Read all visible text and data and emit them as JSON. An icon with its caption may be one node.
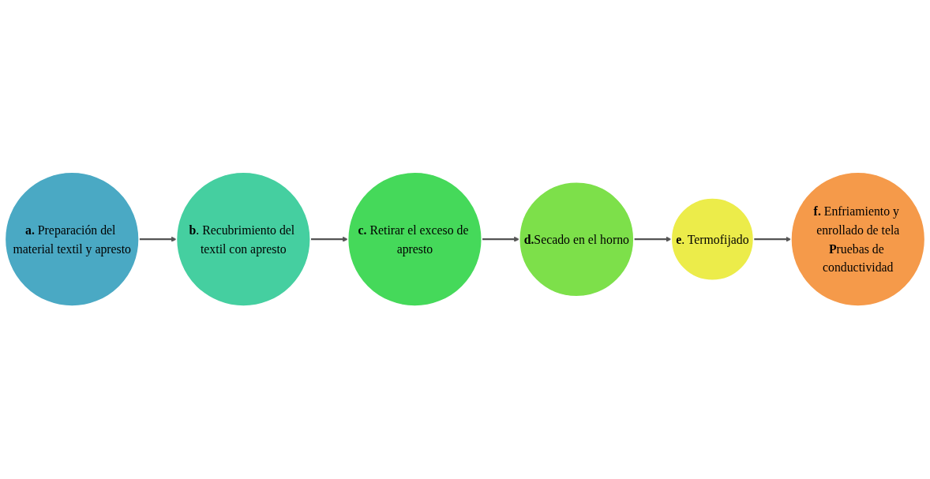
{
  "diagram": {
    "nodes": [
      {
        "text": [
          "**a.** Preparación del material textil y apresto"
        ]
      },
      {
        "text": [
          "**b**. Recubrimiento del textil con apresto"
        ]
      },
      {
        "text": [
          "**c.** Retirar el exceso de apresto"
        ]
      },
      {
        "text": [
          "**d.**Secado en el horno"
        ]
      },
      {
        "text": [
          "**e**. Termofijado"
        ]
      },
      {
        "text": [
          "**f.** Enfriamiento y enrollado de tela",
          "**P**ruebas de conductividad"
        ]
      }
    ],
    "edges": [
      {
        "from": 0,
        "to": 1,
        "arrow": "to"
      },
      {
        "from": 1,
        "to": 2,
        "arrow": "to"
      },
      {
        "from": 2,
        "to": 3,
        "arrow": "to"
      },
      {
        "from": 3,
        "to": 4,
        "arrow": "to"
      },
      {
        "from": 4,
        "to": 5,
        "arrow": "to"
      }
    ]
  }
}
